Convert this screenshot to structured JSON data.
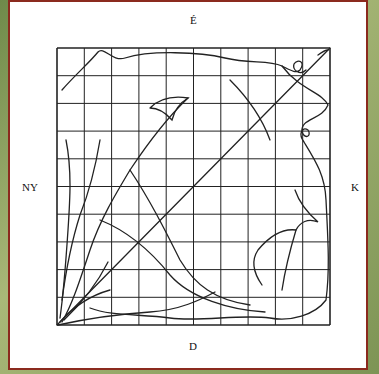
{
  "diagram": {
    "labels": [
      "É",
      "NY",
      "K",
      "D"
    ]
  }
}
